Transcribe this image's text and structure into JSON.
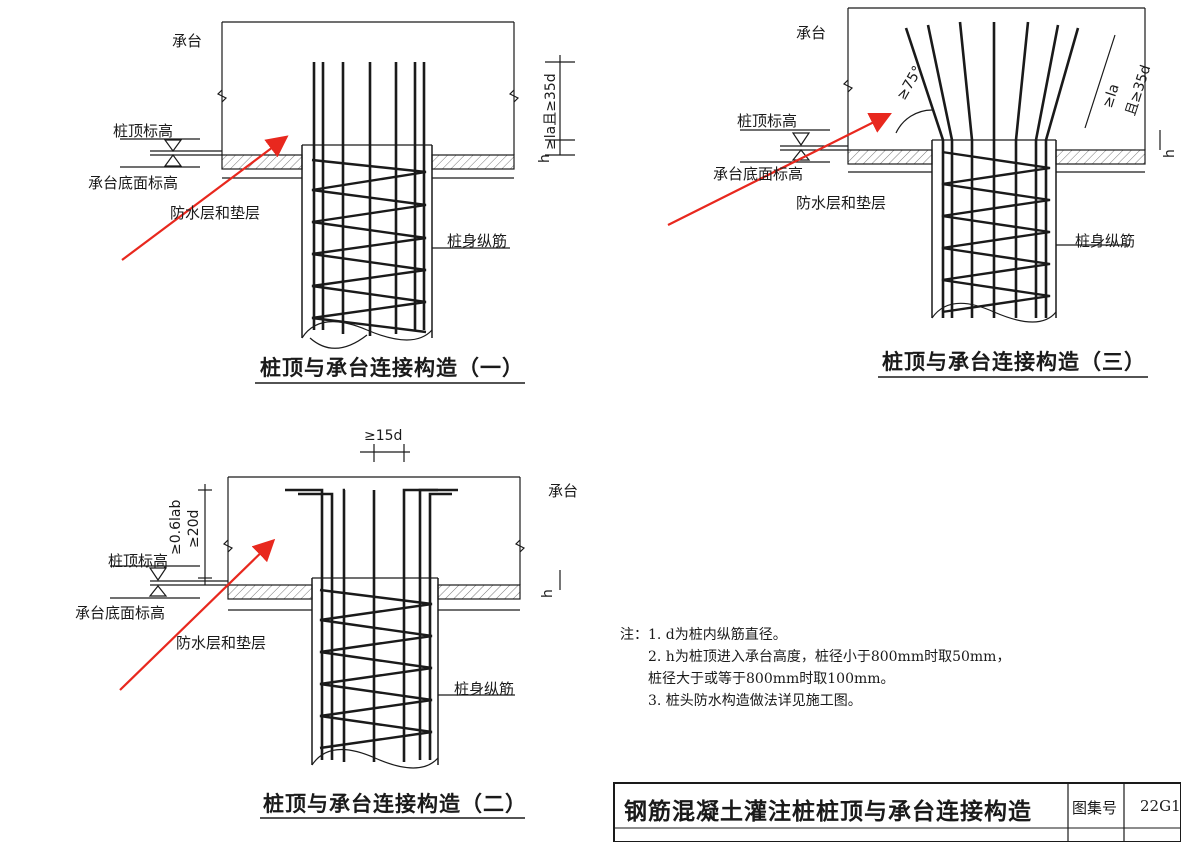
{
  "diagram_1": {
    "title": "桩顶与承台连接构造（一）",
    "cap": "承台",
    "pile_top_elev": "桩顶标高",
    "cap_bottom_elev": "承台底面标高",
    "waterproof": "防水层和垫层",
    "long_bar": "桩身纵筋",
    "dim_anchor": "≥la且≥35d",
    "dim_h": "h"
  },
  "diagram_2": {
    "title": "桩顶与承台连接构造（二）",
    "cap": "承台",
    "pile_top_elev": "桩顶标高",
    "cap_bottom_elev": "承台底面标高",
    "waterproof": "防水层和垫层",
    "long_bar": "桩身纵筋",
    "dim_hook": "≥15d",
    "dim_anchor_a": "≥0.6lab",
    "dim_anchor_b": "≥20d",
    "dim_h": "h"
  },
  "diagram_3": {
    "title": "桩顶与承台连接构造（三）",
    "cap": "承台",
    "pile_top_elev": "桩顶标高",
    "cap_bottom_elev": "承台底面标高",
    "waterproof": "防水层和垫层",
    "long_bar": "桩身纵筋",
    "angle": "≥75°",
    "dim_anchor_a": "≥la",
    "dim_anchor_b": "且≥35d",
    "dim_h": "h"
  },
  "notes": {
    "lead": "注：",
    "items": [
      "1. d为桩内纵筋直径。",
      "2. h为桩顶进入承台高度，桩径小于800mm时取50mm，",
      "    桩径大于或等于800mm时取100mm。",
      "3. 桩头防水构造做法详见施工图。"
    ]
  },
  "title_block": {
    "drawing_title": "钢筋混凝土灌注桩桩顶与承台连接构造",
    "atlas_label": "图集号",
    "atlas_no": "22G1"
  },
  "colors": {
    "annotation_arrow": "#e8281e",
    "line": "#1a1a1a"
  }
}
